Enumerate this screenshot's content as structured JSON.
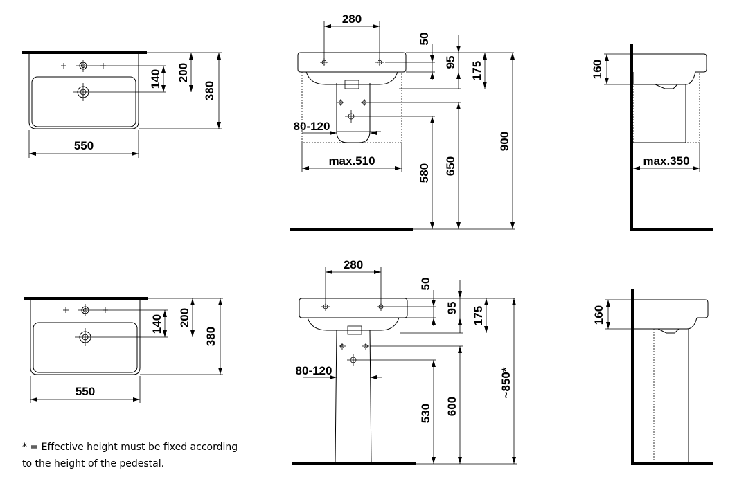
{
  "drawing": {
    "variant_wall": {
      "plan": {
        "width": "550",
        "depth": "380",
        "tap_to_drain": "140",
        "tap_to_back": "200"
      },
      "front": {
        "tap_spacing": "280",
        "d50": "50",
        "d95": "95",
        "d175": "175",
        "siphon_range": "80-120",
        "max_width": "max.510",
        "h580": "580",
        "h650": "650",
        "h900": "900"
      },
      "side": {
        "d160": "160",
        "max_depth": "max.350"
      }
    },
    "variant_pedestal": {
      "plan": {
        "width": "550",
        "depth": "380",
        "tap_to_drain": "140",
        "tap_to_back": "200"
      },
      "front": {
        "tap_spacing": "280",
        "d50": "50",
        "d95": "95",
        "d175": "175",
        "siphon_range": "80-120",
        "h530": "530",
        "h600": "600",
        "h850": "~850*"
      },
      "side": {
        "d160": "160"
      }
    },
    "footnote": {
      "line1": "* = Effective height must be fixed according",
      "line2": "to the height of the pedestal."
    }
  }
}
